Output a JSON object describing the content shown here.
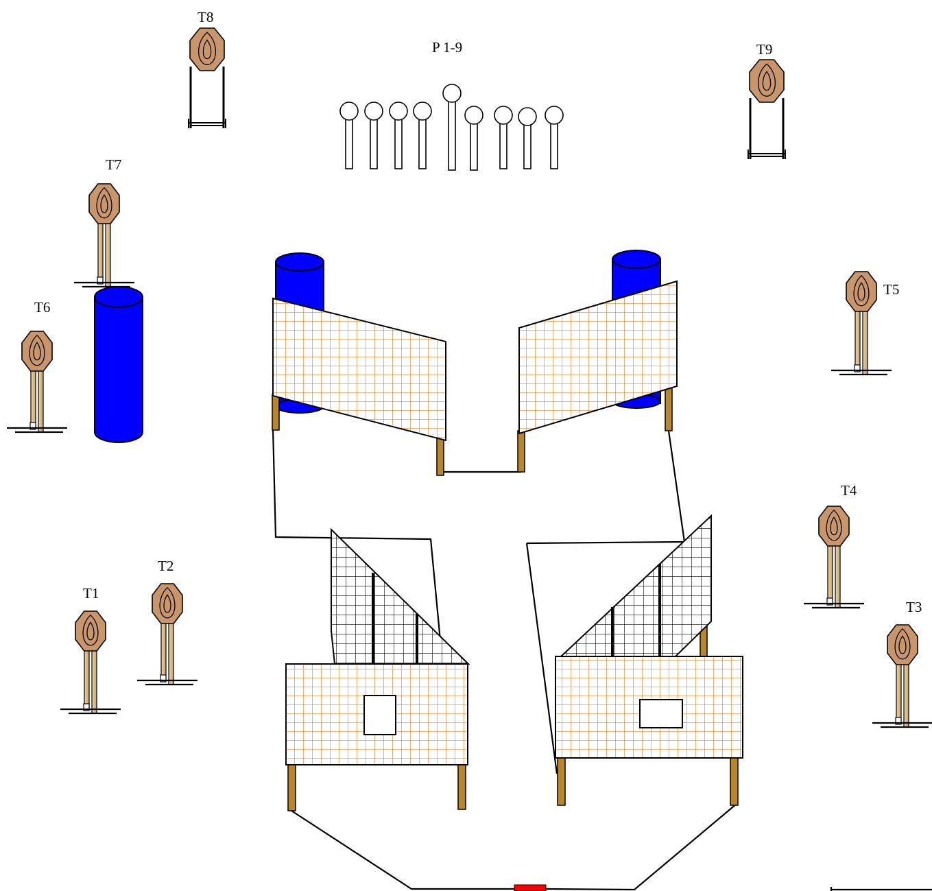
{
  "labels": {
    "poppers": "P 1-9",
    "t1": "T1",
    "t2": "T2",
    "t3": "T3",
    "t4": "T4",
    "t5": "T5",
    "t6": "T6",
    "t7": "T7",
    "t8": "T8",
    "t9": "T9"
  },
  "colors": {
    "target_fill": "#c8966a",
    "stand": "#b8862c",
    "barrel": "#0000ff",
    "orange_grid": "#f08020",
    "black_grid": "#000000",
    "start_marker": "#ff0000"
  }
}
